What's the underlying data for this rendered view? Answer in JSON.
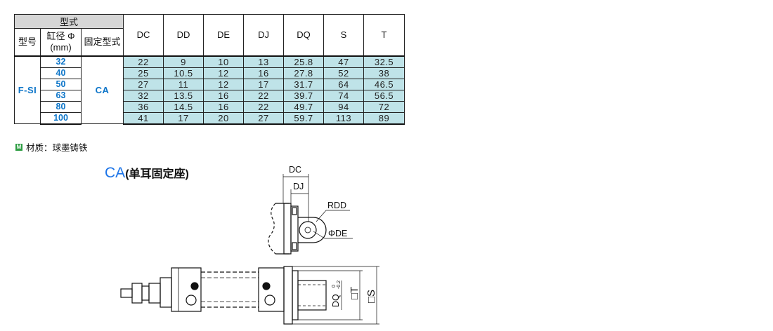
{
  "table": {
    "group_header": "型式",
    "col_model": "型号",
    "col_bore": "缸径 Φ\n(mm)",
    "col_bore_line1": "缸径 Φ",
    "col_bore_line2": "(mm)",
    "col_mount": "固定型式",
    "dim_columns": [
      "DC",
      "DD",
      "DE",
      "DJ",
      "DQ",
      "S",
      "T"
    ],
    "model": "F-SI",
    "mount": "CA",
    "rows": [
      {
        "bore": "32",
        "DC": "22",
        "DD": "9",
        "DE": "10",
        "DJ": "13",
        "DQ": "25.8",
        "S": "47",
        "T": "32.5"
      },
      {
        "bore": "40",
        "DC": "25",
        "DD": "10.5",
        "DE": "12",
        "DJ": "16",
        "DQ": "27.8",
        "S": "52",
        "T": "38"
      },
      {
        "bore": "50",
        "DC": "27",
        "DD": "11",
        "DE": "12",
        "DJ": "17",
        "DQ": "31.7",
        "S": "64",
        "T": "46.5"
      },
      {
        "bore": "63",
        "DC": "32",
        "DD": "13.5",
        "DE": "16",
        "DJ": "22",
        "DQ": "39.7",
        "S": "74",
        "T": "56.5"
      },
      {
        "bore": "80",
        "DC": "36",
        "DD": "14.5",
        "DE": "16",
        "DJ": "22",
        "DQ": "49.7",
        "S": "94",
        "T": "72"
      },
      {
        "bore": "100",
        "DC": "41",
        "DD": "17",
        "DE": "20",
        "DJ": "27",
        "DQ": "59.7",
        "S": "113",
        "T": "89"
      }
    ]
  },
  "material": {
    "icon_letter": "M",
    "text": "材质：球墨铸铁",
    "icon_color": "#2f9e44"
  },
  "drawing": {
    "title_code": "CA",
    "title_desc": "(单耳固定座)",
    "labels": {
      "dc": "DC",
      "dj": "DJ",
      "rdd": "RDD",
      "de": "ΦDE",
      "dq": "DQ",
      "dq_tol_top": "0",
      "dq_tol_bottom": "-0.2",
      "t": "□T",
      "s": "□S"
    }
  },
  "colors": {
    "accent_blue": "#1a73e8",
    "cell_fill": "#bfe3e8",
    "header_fill": "#d6d6d6"
  }
}
